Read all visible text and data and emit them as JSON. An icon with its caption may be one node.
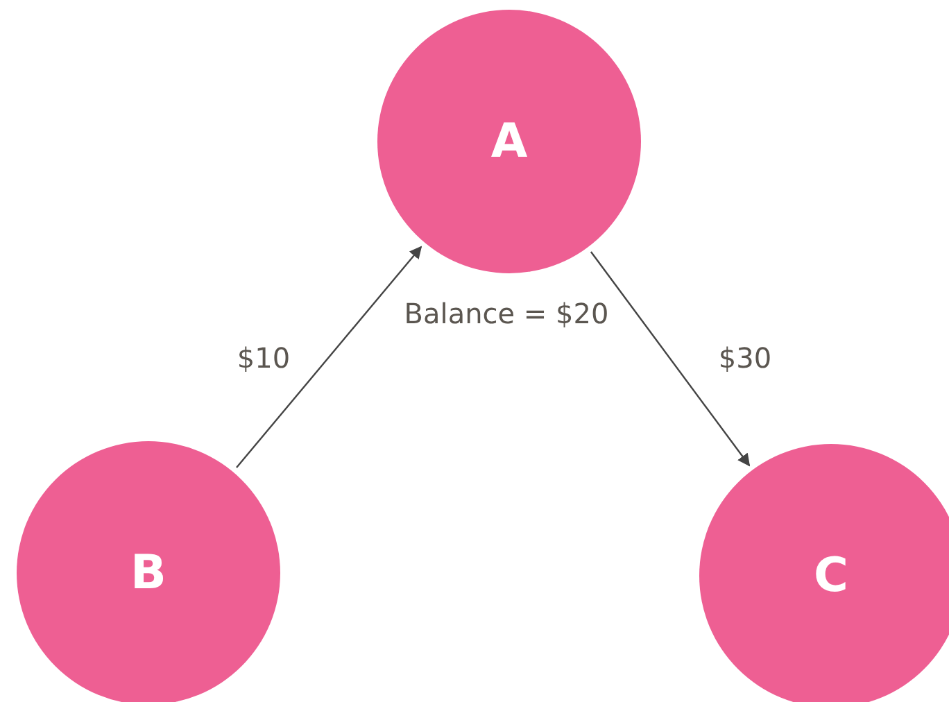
{
  "diagram": {
    "nodes": [
      {
        "text": [
          "A"
        ],
        "beside": [
          "Balance = $20"
        ]
      },
      {
        "text": [
          "B"
        ]
      },
      {
        "text": [
          "C"
        ]
      }
    ],
    "edges": [
      {
        "from": 1,
        "to": 0,
        "arrow": "to",
        "label": "$10"
      },
      {
        "from": 0,
        "to": 2,
        "arrow": "to",
        "label": "$30"
      }
    ]
  }
}
